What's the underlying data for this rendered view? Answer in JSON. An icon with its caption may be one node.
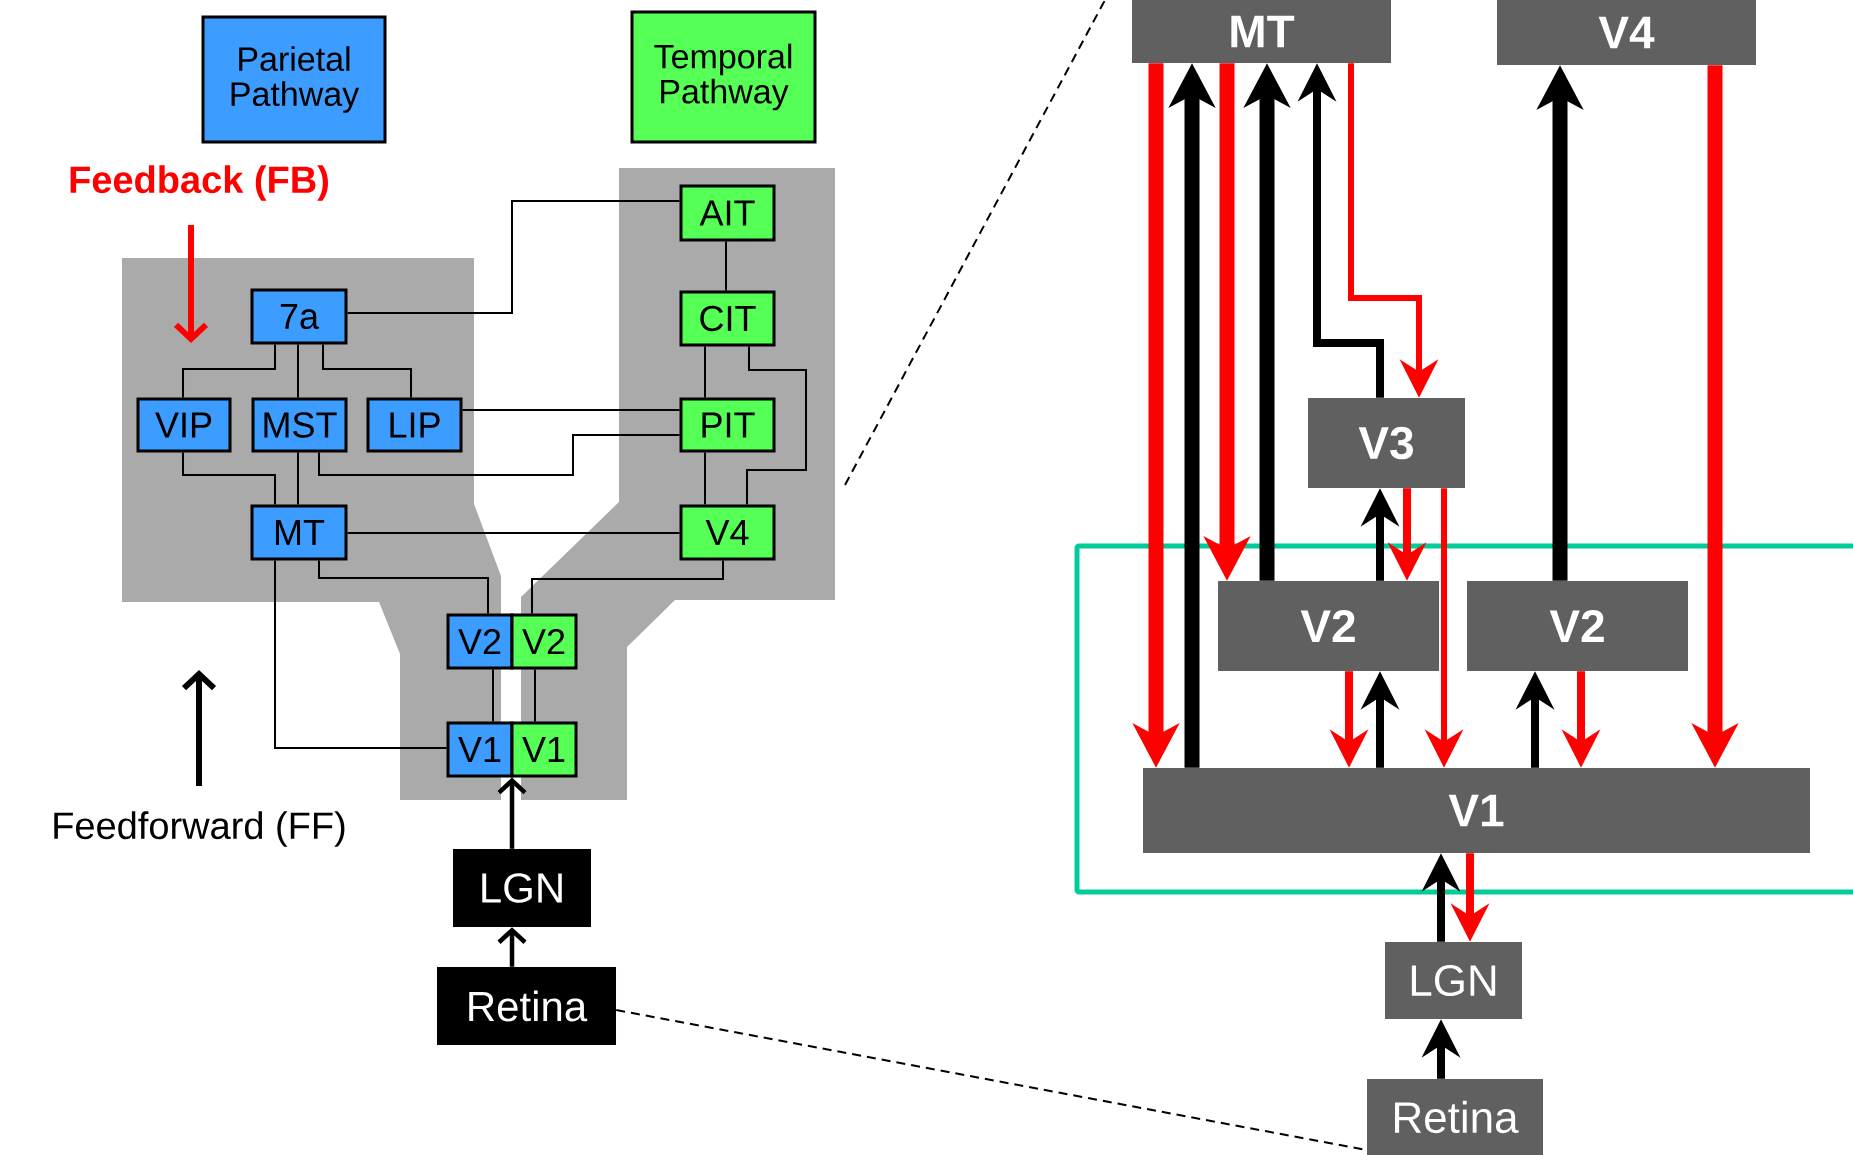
{
  "diagram": {
    "nodes": [
      {
        "text": [
          "Parietal Pathway"
        ]
      },
      {
        "text": [
          "Temporal Pathway"
        ]
      },
      {
        "text": [
          "7a"
        ]
      },
      {
        "text": [
          "VIP"
        ]
      },
      {
        "text": [
          "MST"
        ]
      },
      {
        "text": [
          "LIP"
        ]
      },
      {
        "text": [
          "MT"
        ]
      },
      {
        "text": [
          "AIT"
        ]
      },
      {
        "text": [
          "CIT"
        ]
      },
      {
        "text": [
          "PIT"
        ]
      },
      {
        "text": [
          "V4"
        ]
      },
      {
        "text": [
          "V2"
        ]
      },
      {
        "text": [
          "V2"
        ]
      },
      {
        "text": [
          "V1"
        ]
      },
      {
        "text": [
          "V1"
        ]
      },
      {
        "text": [
          "LGN"
        ]
      },
      {
        "text": [
          "Retina"
        ]
      },
      {
        "text": [
          "MT"
        ]
      },
      {
        "text": [
          "V4"
        ]
      },
      {
        "text": [
          "V3"
        ]
      },
      {
        "text": [
          "V2"
        ]
      },
      {
        "text": [
          "V2"
        ]
      },
      {
        "text": [
          "V1"
        ]
      },
      {
        "text": [
          "LGN"
        ]
      },
      {
        "text": [
          "Retina"
        ]
      }
    ],
    "edges": [
      {
        "from": 2,
        "to": 7,
        "arrow": "none"
      },
      {
        "from": 2,
        "to": 3,
        "arrow": "none"
      },
      {
        "from": 2,
        "to": 4,
        "arrow": "none"
      },
      {
        "from": 2,
        "to": 5,
        "arrow": "none"
      },
      {
        "from": 3,
        "to": 6,
        "arrow": "none"
      },
      {
        "from": 4,
        "to": 6,
        "arrow": "none"
      },
      {
        "from": 4,
        "to": 9,
        "arrow": "none"
      },
      {
        "from": 5,
        "to": 9,
        "arrow": "none"
      },
      {
        "from": 7,
        "to": 8,
        "arrow": "none"
      },
      {
        "from": 8,
        "to": 9,
        "arrow": "none"
      },
      {
        "from": 8,
        "to": 10,
        "arrow": "none"
      },
      {
        "from": 9,
        "to": 10,
        "arrow": "none"
      },
      {
        "from": 6,
        "to": 10,
        "arrow": "none"
      },
      {
        "from": 6,
        "to": 11,
        "arrow": "none"
      },
      {
        "from": 10,
        "to": 12,
        "arrow": "none"
      },
      {
        "from": 11,
        "to": 13,
        "arrow": "none"
      },
      {
        "from": 12,
        "to": 14,
        "arrow": "none"
      },
      {
        "from": 6,
        "to": 13,
        "arrow": "none"
      },
      {
        "from": 15,
        "to": 13,
        "arrow": "to"
      },
      {
        "from": 16,
        "to": 15,
        "arrow": "to"
      },
      {
        "from": 16,
        "to": 24,
        "arrow": "none",
        "style": "dashed"
      },
      {
        "from": 17,
        "to": 22,
        "arrow": "to",
        "style": "thick",
        "color": "#ff0000"
      },
      {
        "from": 22,
        "to": 17,
        "arrow": "to",
        "style": "thick"
      },
      {
        "from": 17,
        "to": 20,
        "arrow": "to",
        "style": "thick",
        "color": "#ff0000"
      },
      {
        "from": 20,
        "to": 17,
        "arrow": "to",
        "style": "thick"
      },
      {
        "from": 19,
        "to": 17,
        "arrow": "to"
      },
      {
        "from": 17,
        "to": 19,
        "arrow": "to",
        "color": "#ff0000"
      },
      {
        "from": 20,
        "to": 19,
        "arrow": "to"
      },
      {
        "from": 19,
        "to": 20,
        "arrow": "to",
        "color": "#ff0000"
      },
      {
        "from": 19,
        "to": 22,
        "arrow": "to",
        "color": "#ff0000"
      },
      {
        "from": 21,
        "to": 18,
        "arrow": "to",
        "style": "thick"
      },
      {
        "from": 18,
        "to": 22,
        "arrow": "to",
        "style": "thick",
        "color": "#ff0000"
      },
      {
        "from": 20,
        "to": 22,
        "arrow": "to",
        "color": "#ff0000"
      },
      {
        "from": 22,
        "to": 20,
        "arrow": "to"
      },
      {
        "from": 22,
        "to": 21,
        "arrow": "to"
      },
      {
        "from": 21,
        "to": 22,
        "arrow": "to",
        "color": "#ff0000"
      },
      {
        "from": 23,
        "to": 22,
        "arrow": "to"
      },
      {
        "from": 22,
        "to": 23,
        "arrow": "to",
        "color": "#ff0000"
      },
      {
        "from": 24,
        "to": 23,
        "arrow": "to"
      }
    ],
    "legend": [
      {
        "text": "Feedback (FB)"
      },
      {
        "text": "Feedforward (FF)"
      }
    ]
  }
}
